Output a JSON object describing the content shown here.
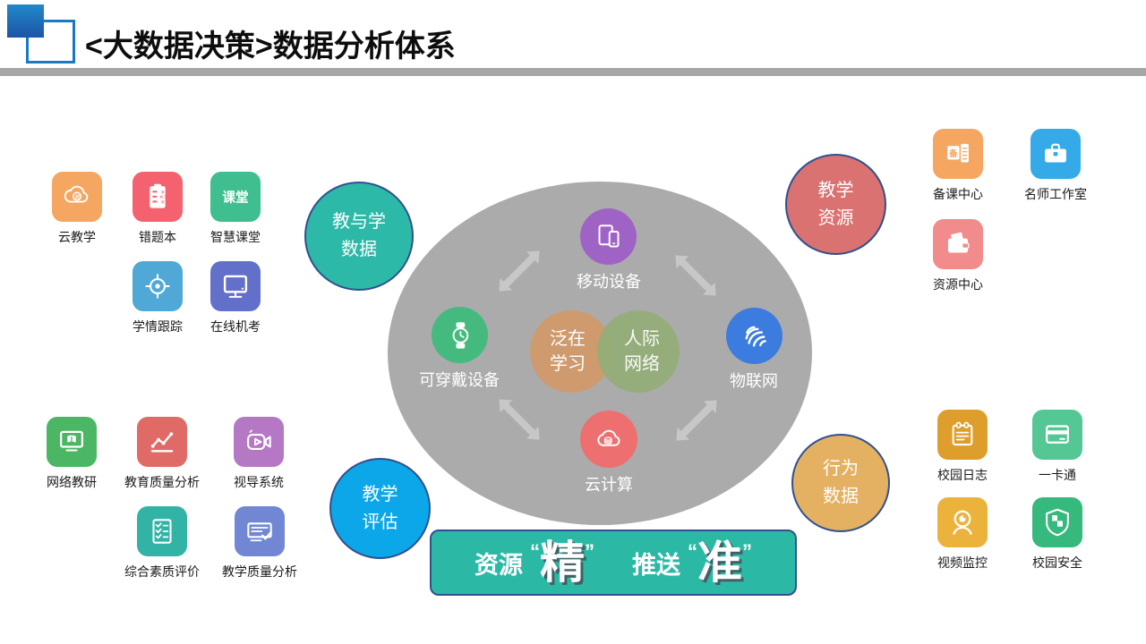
{
  "header": {
    "title": "<大数据决策>数据分析体系"
  },
  "palette": {
    "title_bar": "#A6A6A6",
    "ellipse": "#ABABAB",
    "arrow": "#C7C7C7",
    "circle_border": "#31508F",
    "header_square_blue": "#1B79C0"
  },
  "groups": {
    "left_top": [
      {
        "label": "云教学",
        "color": "#F5A661",
        "icon": "cloud-teaching-icon"
      },
      {
        "label": "错题本",
        "color": "#F4626F",
        "icon": "mistake-notebook-icon"
      },
      {
        "label": "智慧课堂",
        "color": "#3FBE8F",
        "icon": "smart-classroom-icon"
      },
      {
        "label": "学情跟踪",
        "color": "#4FA8D5",
        "icon": "learning-tracking-icon"
      },
      {
        "label": "在线机考",
        "color": "#6370C9",
        "icon": "online-exam-icon"
      }
    ],
    "left_bottom": [
      {
        "label": "网络教研",
        "color": "#4BB663",
        "icon": "online-teaching-research-icon"
      },
      {
        "label": "教育质量分析",
        "color": "#E06B66",
        "icon": "education-quality-analysis-icon"
      },
      {
        "label": "视导系统",
        "color": "#B578C4",
        "icon": "supervision-system-icon"
      },
      {
        "label": "综合素质评价",
        "color": "#32B3A6",
        "icon": "comprehensive-quality-evaluation-icon"
      },
      {
        "label": "教学质量分析",
        "color": "#7187D3",
        "icon": "teaching-quality-analysis-icon"
      }
    ],
    "right_top": [
      {
        "label": "备课中心",
        "color": "#F5A661",
        "icon": "lesson-prep-center-icon"
      },
      {
        "label": "名师工作室",
        "color": "#35AAE8",
        "icon": "master-teacher-studio-icon"
      },
      {
        "label": "资源中心",
        "color": "#F28B8B",
        "icon": "resource-center-icon"
      }
    ],
    "right_bottom": [
      {
        "label": "校园日志",
        "color": "#DD9E2C",
        "icon": "campus-log-icon"
      },
      {
        "label": "一卡通",
        "color": "#54C795",
        "icon": "one-card-icon"
      },
      {
        "label": "视频监控",
        "color": "#EBB33C",
        "icon": "video-surveillance-icon"
      },
      {
        "label": "校园安全",
        "color": "#35B97C",
        "icon": "campus-security-icon"
      }
    ]
  },
  "satellites": {
    "teaching_learning_data": {
      "lines": [
        "教与学",
        "数据"
      ],
      "color": "#2CB9A8"
    },
    "teaching_resources": {
      "lines": [
        "教学",
        "资源"
      ],
      "color": "#D97270"
    },
    "teaching_evaluation": {
      "lines": [
        "教学",
        "评估"
      ],
      "color": "#0BA7E8"
    },
    "behavior_data": {
      "lines": [
        "行为",
        "数据"
      ],
      "color": "#E3B161"
    }
  },
  "ellipse": {
    "nodes": {
      "mobile": {
        "label": "移动设备",
        "color": "#9F63C6",
        "icon": "mobile-device-icon"
      },
      "wearable": {
        "label": "可穿戴设备",
        "color": "#44BA7E",
        "icon": "wearable-device-icon"
      },
      "iot": {
        "label": "物联网",
        "color": "#3C7CDF",
        "icon": "iot-globe-icon"
      },
      "cloud": {
        "label": "云计算",
        "color": "#EE6F6F",
        "icon": "cloud-computing-icon"
      }
    },
    "venn": {
      "left": {
        "lines": [
          "泛在",
          "学习"
        ],
        "color": "#CE9A6E"
      },
      "right": {
        "lines": [
          "人际",
          "网络"
        ],
        "color": "#94AE77"
      }
    }
  },
  "banner": {
    "seg1": "资源",
    "big1": "精",
    "seg2": "推送",
    "big2": "准",
    "open_quote": "“",
    "close_quote": "”",
    "bg": "#2BB9A6"
  }
}
